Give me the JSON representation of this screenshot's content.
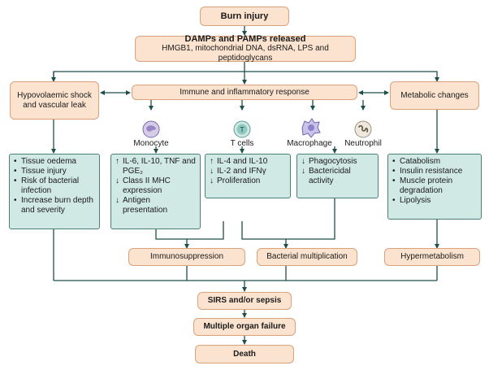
{
  "nodes": {
    "burn_injury": "Burn injury",
    "damps_title": "DAMPs and PAMPs released",
    "damps_sub": "HMGB1, mitochondrial DNA, dsRNA, LPS and peptidoglycans",
    "hypovolaemic": "Hypovolaemic shock and vascular leak",
    "immune": "Immune and inflammatory response",
    "metabolic": "Metabolic changes",
    "immunosuppression": "Immunosuppression",
    "bacterial_multiplication": "Bacterial multiplication",
    "hypermetabolism": "Hypermetabolism",
    "sirs": "SIRS and/or sepsis",
    "mof": "Multiple organ failure",
    "death": "Death"
  },
  "cells": {
    "monocyte": "Monocyte",
    "tcells": "T cells",
    "macrophage": "Macrophage",
    "neutrophil": "Neutrophil",
    "tcell_letter": "T"
  },
  "effects": {
    "hypovolaemic": [
      "Tissue oedema",
      "Tissue injury",
      "Risk of bacterial infection",
      "Increase burn depth and severity"
    ],
    "monocyte": [
      {
        "dir": "up",
        "text": "IL-6, IL-10, TNF and PGE₂"
      },
      {
        "dir": "down",
        "text": "Class II MHC expression"
      },
      {
        "dir": "down",
        "text": "Antigen presentation"
      }
    ],
    "tcells": [
      {
        "dir": "up",
        "text": "IL-4 and IL-10"
      },
      {
        "dir": "down",
        "text": "IL-2 and IFNγ"
      },
      {
        "dir": "down",
        "text": "Proliferation"
      }
    ],
    "macro_neutro": [
      {
        "dir": "down",
        "text": "Phagocytosis"
      },
      {
        "dir": "down",
        "text": "Bactericidal activity"
      }
    ],
    "metabolic": [
      "Catabolism",
      "Insulin resistance",
      "Muscle protein degradation",
      "Lipolysis"
    ]
  },
  "arrows": {
    "up": "↑",
    "down": "↓"
  },
  "colors": {
    "peach_fill": "#fbe3cf",
    "peach_border": "#d9a27c",
    "teal_fill": "#d1e9e4",
    "teal_border": "#4b7f78",
    "line": "#1f4f4a",
    "monocyte_cell": "#9b86c4",
    "tcell_cell": "#8fc9c0",
    "macrophage_cell": "#8c84c9"
  }
}
